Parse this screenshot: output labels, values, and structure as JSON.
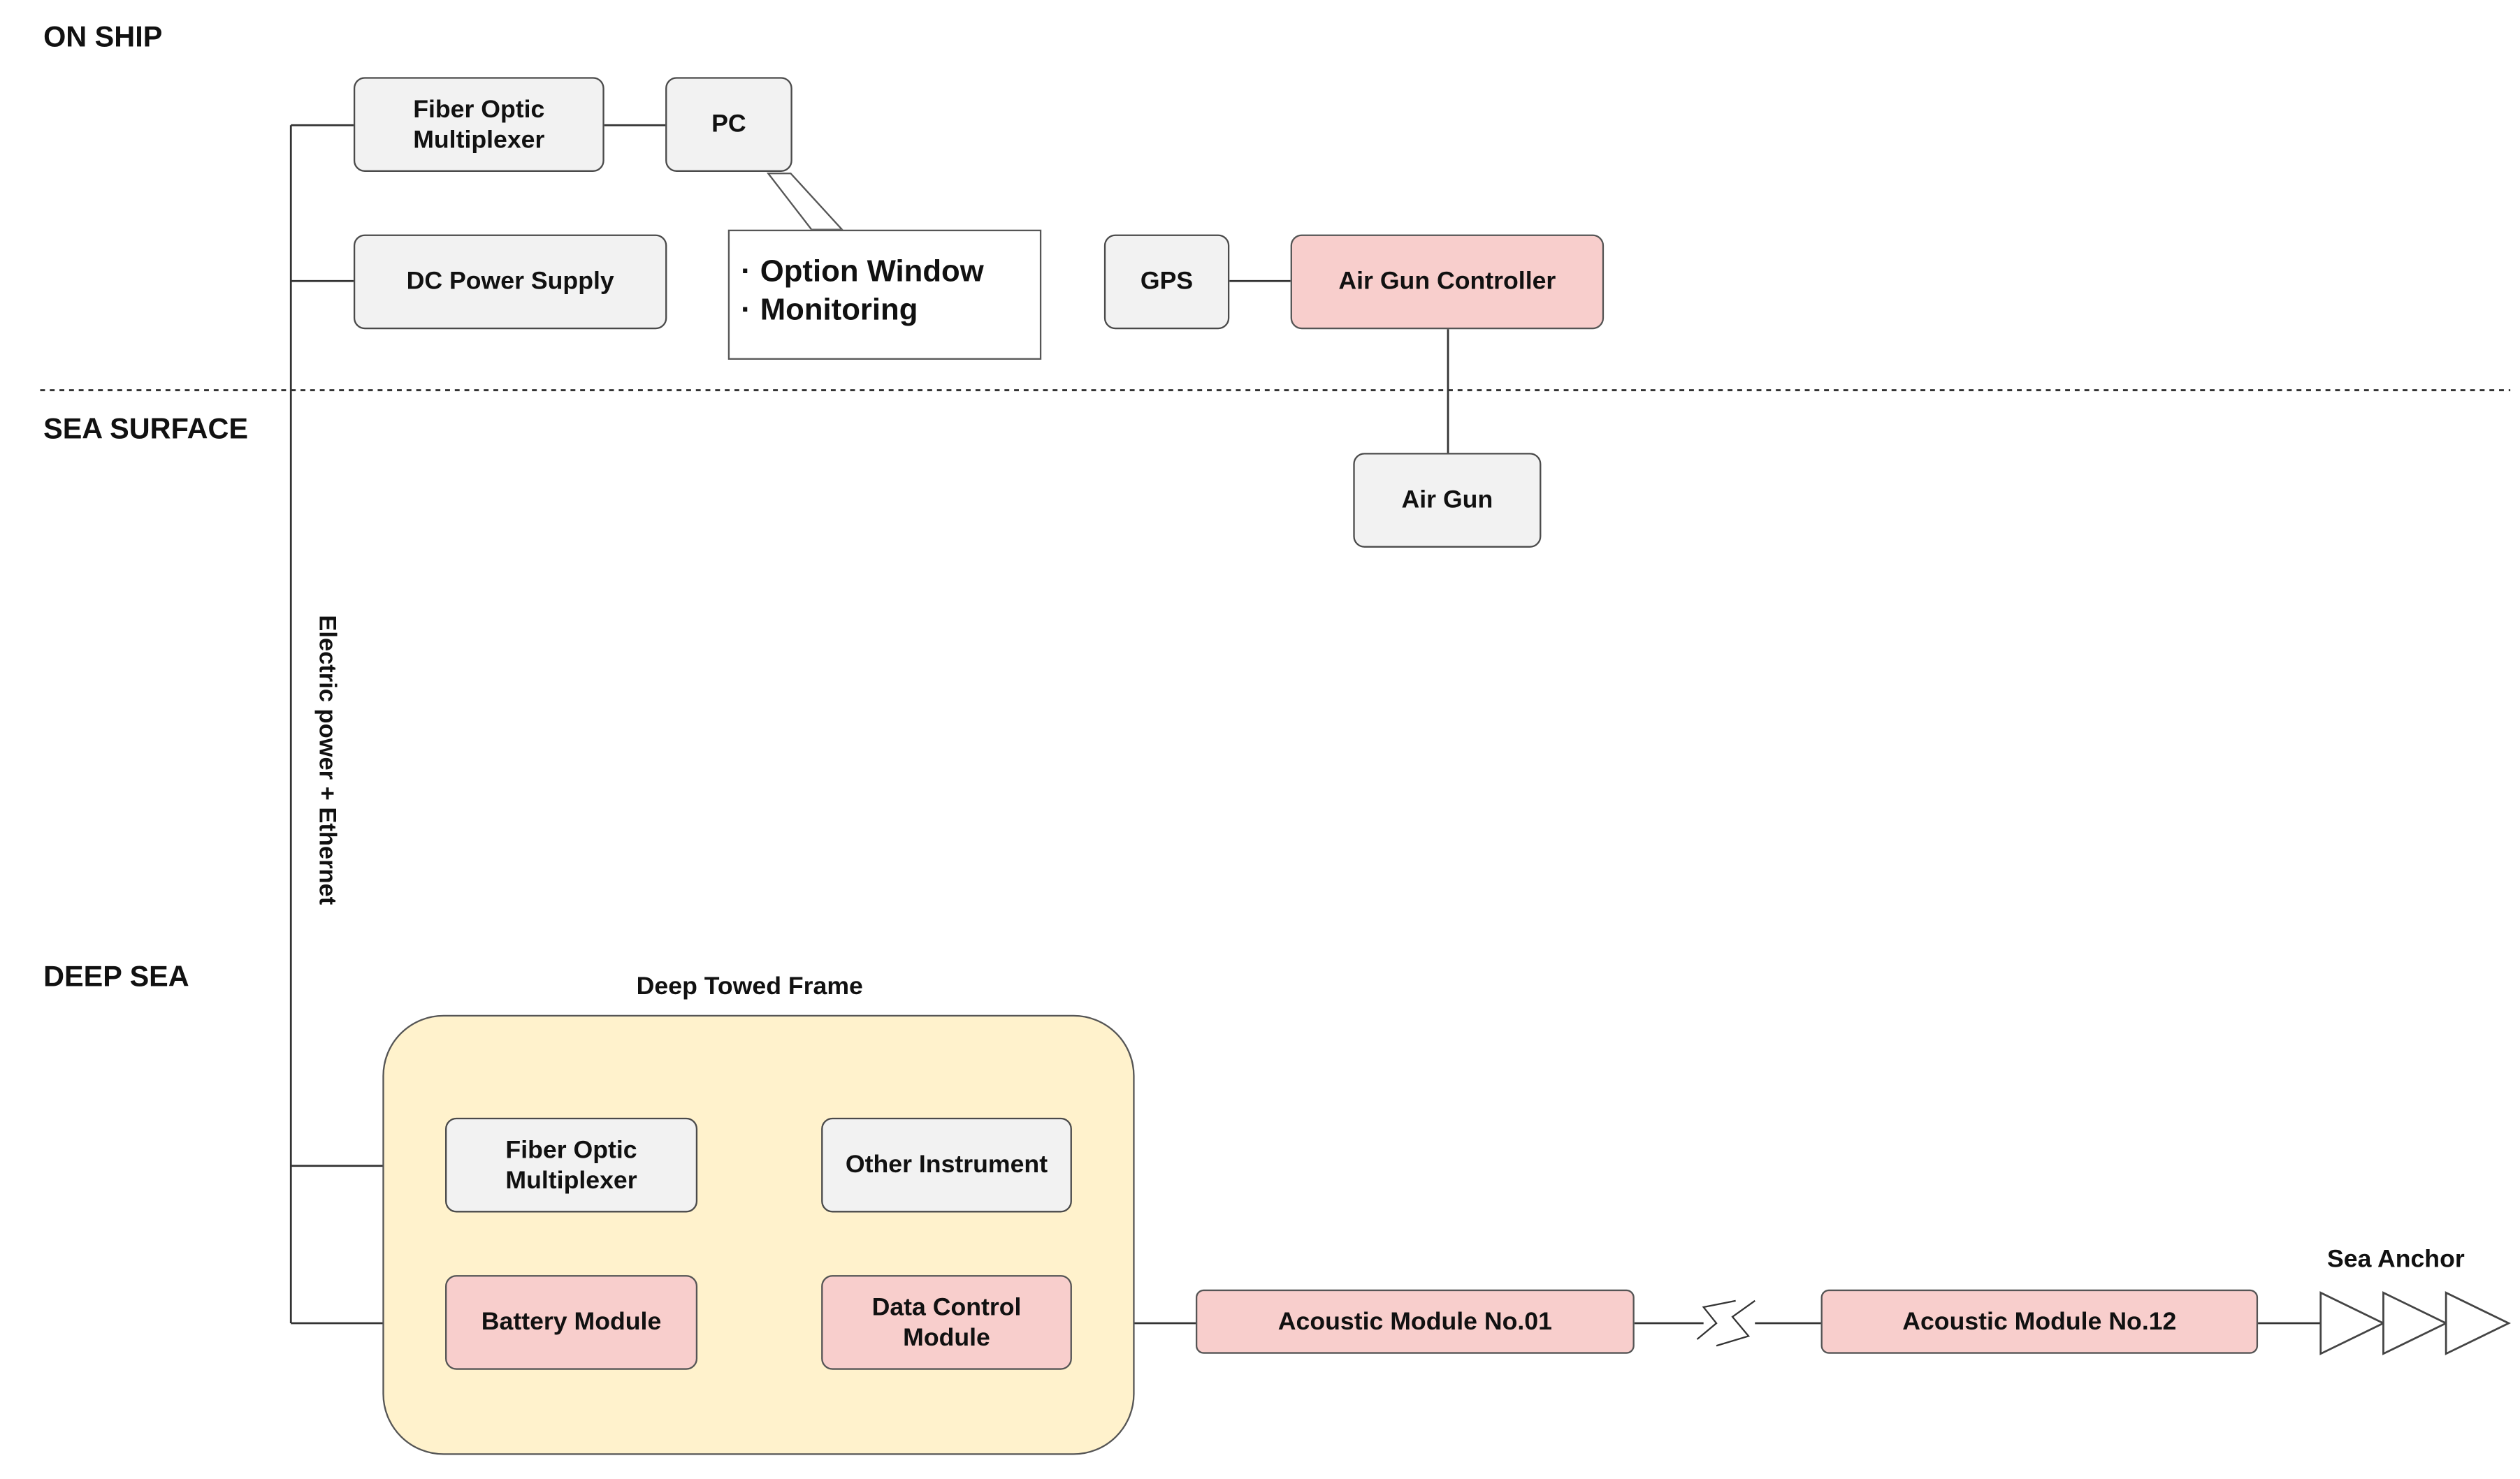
{
  "zones": {
    "on_ship": "ON SHIP",
    "sea_surface": "SEA SURFACE",
    "deep_sea": "DEEP SEA"
  },
  "nodes": {
    "fom_ship": "Fiber Optic\nMultiplexer",
    "pc": "PC",
    "dc_power": "DC Power Supply",
    "gps": "GPS",
    "air_gun_controller": "Air Gun Controller",
    "air_gun": "Air Gun",
    "fom_deep": "Fiber Optic\nMultiplexer",
    "other_instrument": "Other Instrument",
    "battery": "Battery Module",
    "data_control": "Data Control\nModule",
    "acoustic_01": "Acoustic Module No.01",
    "acoustic_12": "Acoustic Module No.12"
  },
  "callout": {
    "bullet": "·",
    "items": [
      "Option Window",
      "Monitoring"
    ]
  },
  "labels": {
    "cable": "Electric power + Ethernet",
    "frame": "Deep Towed Frame",
    "sea_anchor": "Sea Anchor"
  },
  "colors": {
    "node_gray": "#f2f2f2",
    "node_pink": "#f8cecc",
    "frame_fill": "#fff2cc",
    "line": "#333333"
  }
}
